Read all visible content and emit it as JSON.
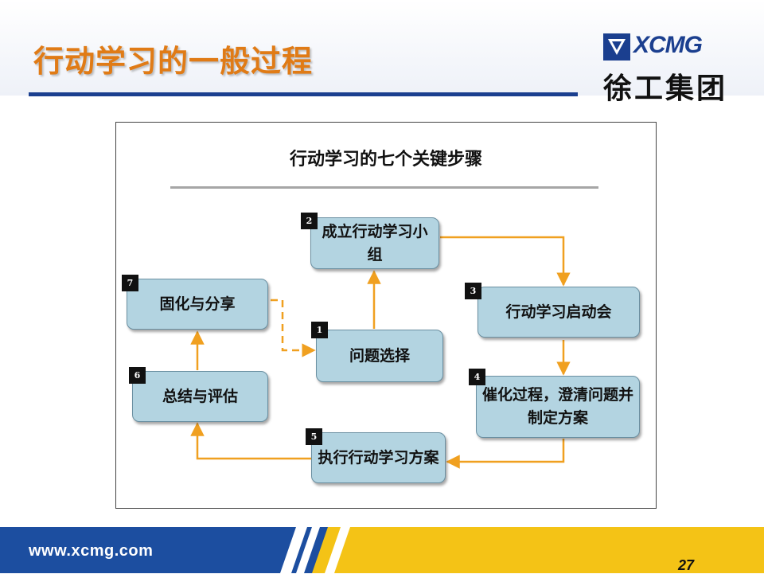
{
  "slide": {
    "title": "行动学习的一般过程",
    "page_number": "27",
    "website": "www.xcmg.com"
  },
  "logo": {
    "brand_en": "XCMG",
    "brand_cn": "徐工集团"
  },
  "diagram": {
    "title": "行动学习的七个关键步骤",
    "steps": [
      {
        "number": "1",
        "label": "问题选择"
      },
      {
        "number": "2",
        "label": "成立行动学习小组"
      },
      {
        "number": "3",
        "label": "行动学习启动会"
      },
      {
        "number": "4",
        "label": "催化过程，澄清问题并制定方案"
      },
      {
        "number": "5",
        "label": "执行行动学习方案"
      },
      {
        "number": "6",
        "label": "总结与评估"
      },
      {
        "number": "7",
        "label": "固化与分享"
      }
    ]
  },
  "colors": {
    "title": "#e07b16",
    "arrow": "#f0a020",
    "box_fill": "#b3d4e1",
    "accent_blue": "#1b3f8f",
    "footer_yellow": "#f4c316"
  }
}
